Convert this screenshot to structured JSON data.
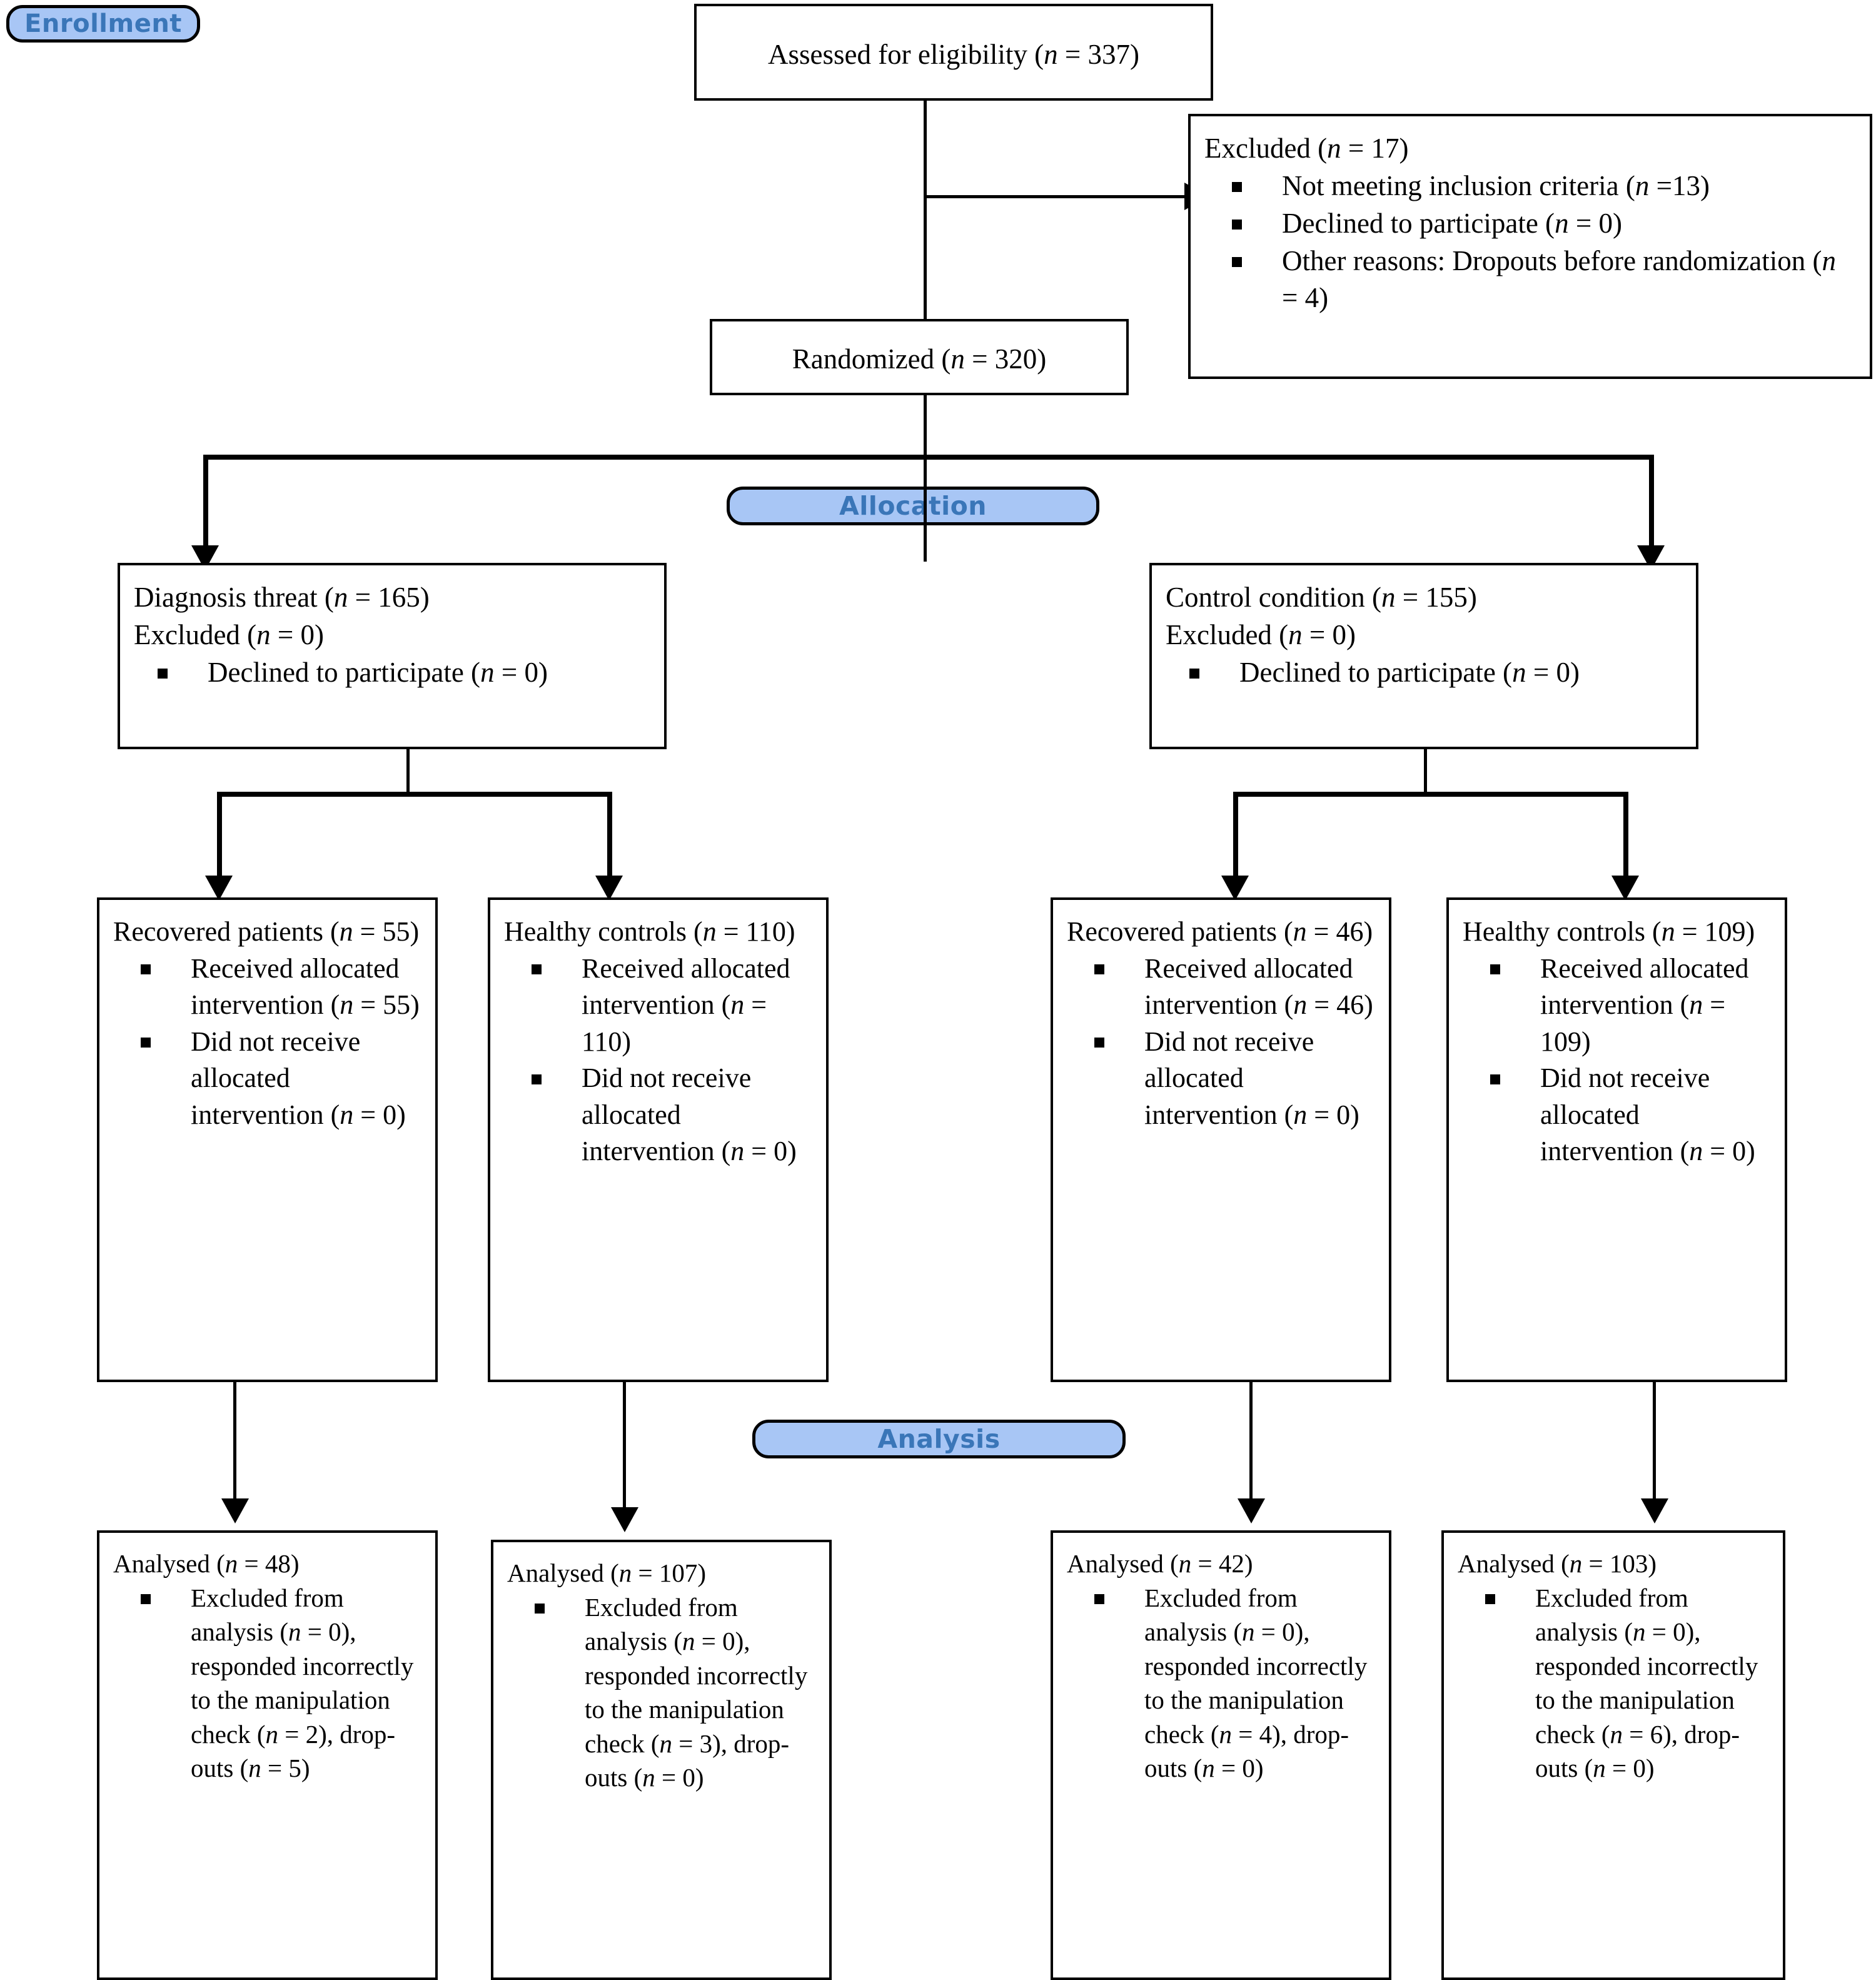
{
  "diagram": {
    "type": "consort-flow-diagram",
    "stages": [
      {
        "id": "enrollment",
        "label": "Enrollment"
      },
      {
        "id": "allocation",
        "label": "Allocation"
      },
      {
        "id": "analysis",
        "label": "Analysis"
      }
    ],
    "accent_color": "#a8c6f5",
    "accent_text_color": "#3a76b8",
    "border_color": "#000000"
  },
  "enrollment": {
    "assessed": {
      "header_pre": "Assessed for eligibility (",
      "header_italic": "n",
      "header_post": " = 337)"
    },
    "excluded": {
      "header_pre": "Excluded (",
      "header_italic": "n",
      "header_post": " = 17)",
      "items": [
        {
          "pre": "Not meeting inclusion criteria (",
          "italic": "n",
          "post": " =13)"
        },
        {
          "pre": "Declined to participate (",
          "italic": "n",
          "post": " = 0)"
        },
        {
          "pre": "Other reasons: Dropouts before randomization (",
          "italic": "n",
          "post": " = 4)"
        }
      ]
    },
    "randomized": {
      "header_pre": "Randomized (",
      "header_italic": "n",
      "header_post": " = 320)"
    }
  },
  "allocation": {
    "left": {
      "line1_pre": "Diagnosis threat (",
      "line1_italic": "n",
      "line1_post": " = 165)",
      "line2_pre": "Excluded (",
      "line2_italic": "n",
      "line2_post": " = 0)",
      "items": [
        {
          "pre": "Declined to participate (",
          "italic": "n",
          "post": " = 0)"
        }
      ]
    },
    "right": {
      "line1_pre": "Control condition (",
      "line1_italic": "n",
      "line1_post": " = 155)",
      "line2_pre": "Excluded (",
      "line2_italic": "n",
      "line2_post": " = 0)",
      "items": [
        {
          "pre": "Declined to participate (",
          "italic": "n",
          "post": " = 0)"
        }
      ]
    }
  },
  "intervention_boxes": [
    {
      "id": "dt-recovered",
      "header_pre": "Recovered patients (",
      "header_italic": "n",
      "header_post": " = 55)",
      "items": [
        {
          "pre": "Received allocated intervention (",
          "italic": "n",
          "post": " = 55)"
        },
        {
          "pre": "Did not receive allocated intervention (",
          "italic": "n",
          "post": " = 0)"
        }
      ]
    },
    {
      "id": "dt-healthy",
      "header_pre": "Healthy controls (",
      "header_italic": "n",
      "header_post": " = 110)",
      "items": [
        {
          "pre": "Received allocated intervention (",
          "italic": "n",
          "post": " = 110)"
        },
        {
          "pre": "Did not receive allocated intervention (",
          "italic": "n",
          "post": " = 0)"
        }
      ]
    },
    {
      "id": "cc-recovered",
      "header_pre": "Recovered patients (",
      "header_italic": "n",
      "header_post": " = 46)",
      "items": [
        {
          "pre": "Received allocated intervention (",
          "italic": "n",
          "post": " = 46)"
        },
        {
          "pre": "Did not receive allocated intervention (",
          "italic": "n",
          "post": " = 0)"
        }
      ]
    },
    {
      "id": "cc-healthy",
      "header_pre": "Healthy controls (",
      "header_italic": "n",
      "header_post": " = 109)",
      "items": [
        {
          "pre": "Received allocated intervention (",
          "italic": "n",
          "post": " = 109)"
        },
        {
          "pre": "Did not receive allocated intervention (",
          "italic": "n",
          "post": " = 0)"
        }
      ]
    }
  ],
  "analysis_boxes": [
    {
      "id": "an-dt-recovered",
      "header_pre": "Analysed (",
      "header_italic": "n",
      "header_post": " = 48)",
      "items": [
        {
          "pre": "Excluded from analysis (",
          "italic": "n",
          "post": " = 0), responded incorrectly to the manipulation check (",
          "italic2": "n",
          "post2": " = 2), drop-outs (",
          "italic3": "n",
          "post3": " = 5)"
        }
      ]
    },
    {
      "id": "an-dt-healthy",
      "header_pre": "Analysed (",
      "header_italic": "n",
      "header_post": " = 107)",
      "items": [
        {
          "pre": "Excluded from analysis (",
          "italic": "n",
          "post": " = 0), responded incorrectly to the manipulation check (",
          "italic2": "n",
          "post2": " = 3), drop-outs (",
          "italic3": "n",
          "post3": " = 0)"
        }
      ]
    },
    {
      "id": "an-cc-recovered",
      "header_pre": "Analysed (",
      "header_italic": "n",
      "header_post": " = 42)",
      "items": [
        {
          "pre": "Excluded from analysis (",
          "italic": "n",
          "post": " = 0), responded incorrectly to the manipulation check (",
          "italic2": "n",
          "post2": " = 4), drop-outs (",
          "italic3": "n",
          "post3": " = 0)"
        }
      ]
    },
    {
      "id": "an-cc-healthy",
      "header_pre": "Analysed (",
      "header_italic": "n",
      "header_post": " = 103)",
      "items": [
        {
          "pre": "Excluded from analysis (",
          "italic": "n",
          "post": " = 0), responded incorrectly to the manipulation check (",
          "italic2": "n",
          "post2": " = 6), drop-outs (",
          "italic3": "n",
          "post3": " = 0)"
        }
      ]
    }
  ]
}
